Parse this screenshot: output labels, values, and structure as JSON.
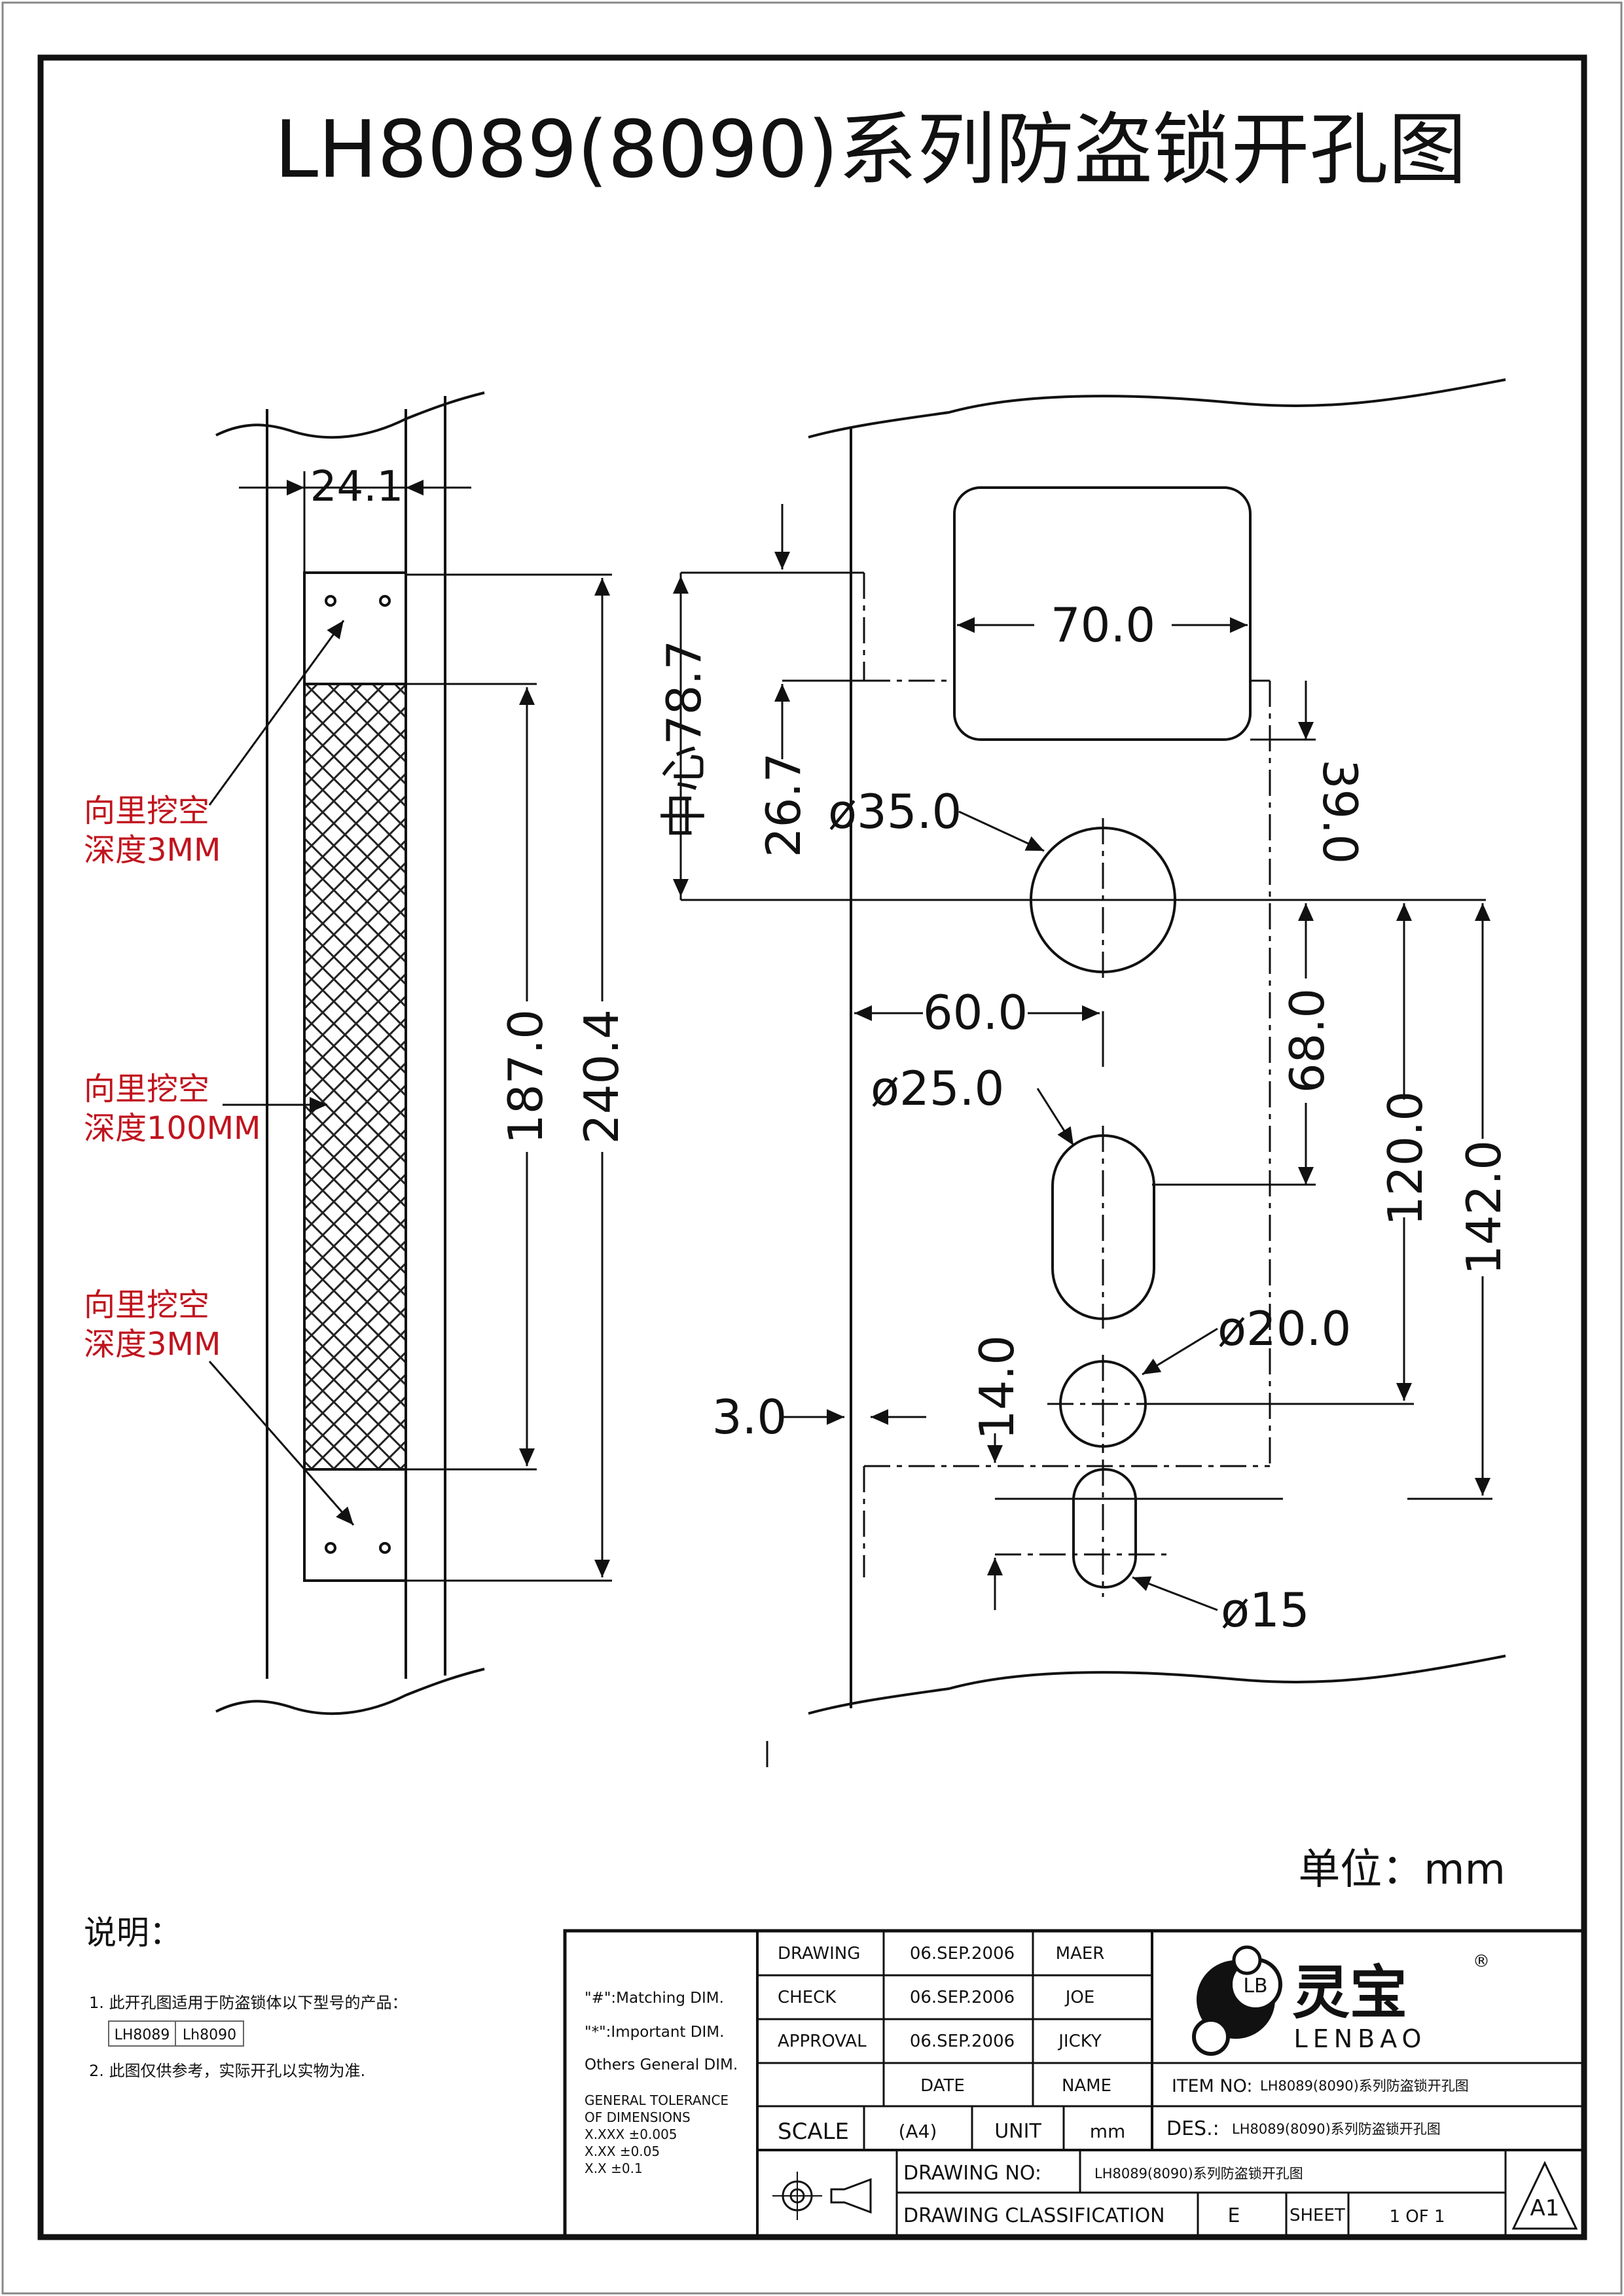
{
  "title": "LH8089(8090)系列防盗锁开孔图",
  "dimensions": {
    "d24_1": "24.1",
    "d187": "187.0",
    "d240_4": "240.4",
    "d70": "70.0",
    "d78_7": "中心78.7",
    "d26_7": "26.7",
    "dia35": "ø35.0",
    "d39": "39.0",
    "d60": "60.0",
    "dia25": "ø25.0",
    "d68": "68.0",
    "d120": "120.0",
    "d142": "142.0",
    "dia20": "ø20.0",
    "d14": "14.0",
    "d3": "3.0",
    "dia15": "ø15"
  },
  "notes_left": {
    "top_line1": "向里挖空",
    "top_line2": "深度3MM",
    "mid_line1": "向里挖空",
    "mid_line2": "深度100MM",
    "bot_line1": "向里挖空",
    "bot_line2": "深度3MM"
  },
  "unit_label": "单位：mm",
  "explanation": {
    "heading": "说明：",
    "item1": "1. 此开孔图适用于防盗锁体以下型号的产品：",
    "models": [
      "LH8089",
      "Lh8090"
    ],
    "item2": "2. 此图仅供参考，实际开孔以实物为准."
  },
  "title_block": {
    "matching": "\"#\":Matching  DIM.",
    "important": "\"*\":Important  DIM.",
    "others": "Others General  DIM.",
    "tol1": "GENERAL TOLERANCE",
    "tol2": "OF DIMENSIONS",
    "tol3": "X.XXX   ±0.005",
    "tol4": "X.XX     ±0.05",
    "tol5": "X.X       ±0.1",
    "rows": [
      {
        "label": "DRAWING",
        "date": "06.SEP.2006",
        "name": "MAER"
      },
      {
        "label": "CHECK",
        "date": "06.SEP.2006",
        "name": "JOE"
      },
      {
        "label": "APPROVAL",
        "date": "06.SEP.2006",
        "name": "JICKY"
      }
    ],
    "date_hdr": "DATE",
    "name_hdr": "NAME",
    "scale_label": "SCALE",
    "scale_value": "(A4)",
    "unit_label": "UNIT",
    "unit_value": "mm",
    "item_no_label": "ITEM NO:",
    "item_no_value": "LH8089(8090)系列防盗锁开孔图",
    "des_label": "DES.:",
    "des_value": "LH8089(8090)系列防盗锁开孔图",
    "drawing_no_label": "DRAWING NO:",
    "drawing_no_value": "LH8089(8090)系列防盗锁开孔图",
    "classification_label": "DRAWING CLASSIFICATION",
    "classification_value": "E",
    "sheet_label": "SHEET",
    "sheet_value": "1 OF 1",
    "rev": "A1",
    "logo_mark": "LB",
    "logo_cn": "灵宝",
    "logo_en": "LENBAO",
    "registered": "®"
  },
  "colors": {
    "ink": "#111111",
    "red_note": "#c0141e",
    "crosshatch": "#222222"
  }
}
